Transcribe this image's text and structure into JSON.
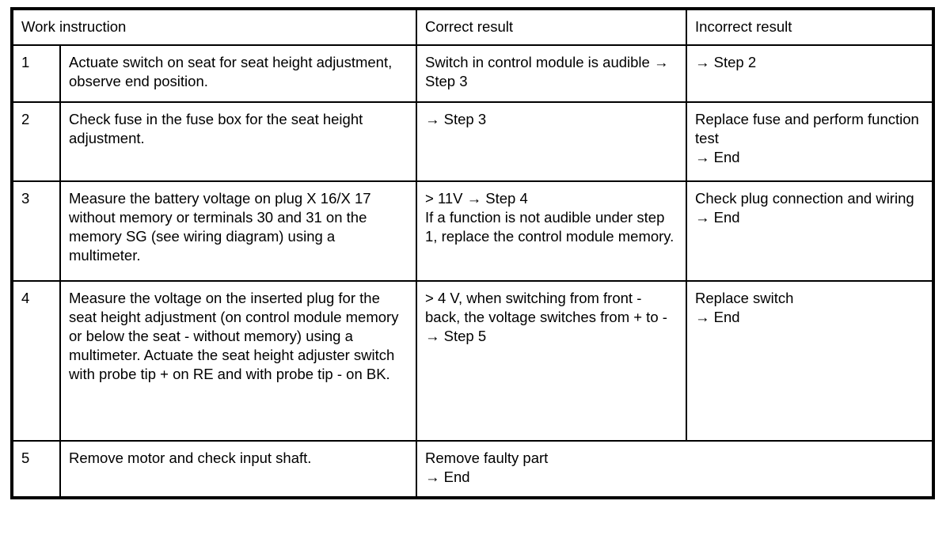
{
  "table": {
    "headers": {
      "instruction": "Work instruction",
      "correct": "Correct result",
      "incorrect": "Incorrect result"
    },
    "rows": [
      {
        "step": "1",
        "instruction": "Actuate switch on seat for seat height adjustment, observe end position.",
        "correct": "Switch in control module is audible → Step 3",
        "incorrect": "→ Step 2"
      },
      {
        "step": "2",
        "instruction": "Check fuse in the fuse box for the seat height adjustment.",
        "correct": "→ Step 3",
        "incorrect": "Replace fuse and perform function test\n→ End"
      },
      {
        "step": "3",
        "instruction": "Measure the battery voltage on plug X 16/X 17 without memory or terminals 30 and 31 on the memory SG (see wiring diagram) using a multimeter.",
        "correct": "> 11V → Step 4\nIf a function is not audible under step 1, replace the control module memory.",
        "incorrect": "Check plug connection and wiring\n→ End"
      },
      {
        "step": "4",
        "instruction": "Measure the voltage on the inserted plug for the seat height adjustment (on control module memory or below the seat - without memory) using a multimeter. Actuate the seat height adjuster switch with probe tip + on RE and with probe tip - on BK.",
        "correct": "> 4 V, when switching from front - back, the voltage switches from + to - → Step 5",
        "incorrect": "Replace switch\n→ End"
      },
      {
        "step": "5",
        "instruction": "Remove motor and check input shaft.",
        "correct": "Remove faulty part\n→ End",
        "incorrect": ""
      }
    ]
  },
  "colors": {
    "border": "#000000",
    "background": "#ffffff",
    "text": "#000000"
  }
}
